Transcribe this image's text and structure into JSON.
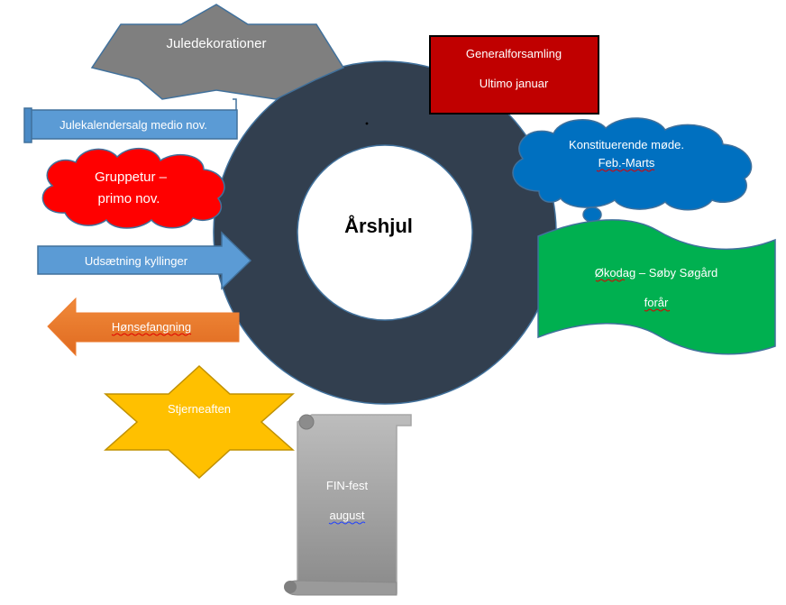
{
  "center": {
    "title": "Årshjul"
  },
  "shapes": {
    "juledekorationer": {
      "text": "Juledekorationer"
    },
    "julekalender": {
      "text": "Julekalendersalg medio nov."
    },
    "gruppetur": {
      "line1": "Gruppetur –",
      "line2": "primo nov."
    },
    "udsaetning": {
      "text": "Udsætning kyllinger"
    },
    "honsefangning": {
      "text": "Hønsefangning"
    },
    "stjerneaften": {
      "text": "Stjerneaften"
    },
    "finfest": {
      "line1": "FIN-fest",
      "line2": "august"
    },
    "generalforsamling": {
      "line1": "Generalforsamling",
      "line2": "Ultimo januar"
    },
    "konstituerende": {
      "line1": "Konstituerende møde.",
      "line2": "Feb.-Marts"
    },
    "okodag": {
      "line1": "Økodag – Søby Søgård",
      "line2": "forår"
    }
  },
  "colors": {
    "ring": "#323F4F",
    "star_gray": "#7F7F7F",
    "blue": "#5B9BD5",
    "red": "#FF0000",
    "orange": "#ED7D31",
    "gold": "#FFC000",
    "dark_red": "#C00000",
    "cloud_blue": "#0070C0",
    "green": "#00B050",
    "scroll_gray": "#A6A6A6"
  }
}
